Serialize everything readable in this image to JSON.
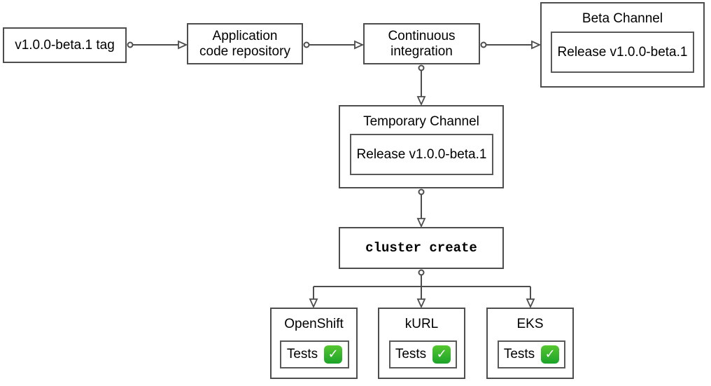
{
  "diagram": {
    "colors": {
      "box_border": "#4d4d4d",
      "inner_box_border": "#595959",
      "connector": "#4d4d4d",
      "text": "#000000",
      "background": "#ffffff",
      "check_green_top": "#55c72f",
      "check_green_bottom": "#1ca32a",
      "check_mark_color": "#ffffff"
    },
    "nodes": {
      "tag": {
        "label": "v1.0.0-beta.1 tag"
      },
      "repo": {
        "label": "Application code repository"
      },
      "ci": {
        "label": "Continuous integration"
      },
      "beta_channel": {
        "title": "Beta Channel",
        "release": "Release v1.0.0-beta.1"
      },
      "temporary_channel": {
        "title": "Temporary Channel",
        "release": "Release v1.0.0-beta.1"
      },
      "cluster_create": {
        "label": "cluster create"
      }
    },
    "platforms": [
      {
        "title": "OpenShift",
        "tests_label": "Tests",
        "status_icon": "check-mark-button"
      },
      {
        "title": "kURL",
        "tests_label": "Tests",
        "status_icon": "check-mark-button"
      },
      {
        "title": "EKS",
        "tests_label": "Tests",
        "status_icon": "check-mark-button"
      }
    ],
    "icons": {
      "check_glyph": "✓"
    }
  }
}
